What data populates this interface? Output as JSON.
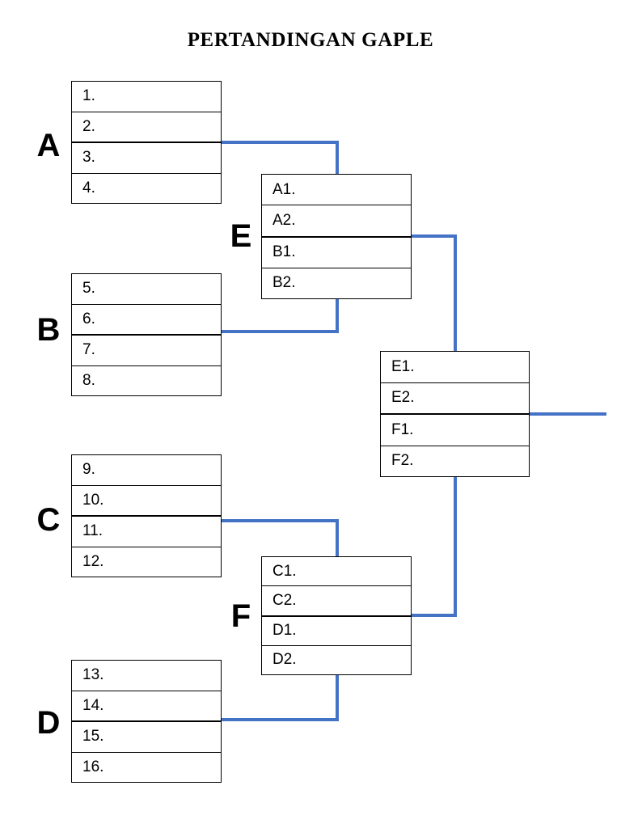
{
  "page": {
    "title": "PERTANDINGAN GAPLE"
  },
  "theme": {
    "connector_color": "#4472C4",
    "box_border_color": "#000000",
    "background": "#FFFFFF",
    "text_color": "#000000"
  },
  "bracket": {
    "round1": [
      {
        "group": "A",
        "slots": [
          "1.",
          "2.",
          "3.",
          "4."
        ]
      },
      {
        "group": "B",
        "slots": [
          "5.",
          "6.",
          "7.",
          "8."
        ]
      },
      {
        "group": "C",
        "slots": [
          "9.",
          "10.",
          "11.",
          "12."
        ]
      },
      {
        "group": "D",
        "slots": [
          "13.",
          "14.",
          "15.",
          "16."
        ]
      }
    ],
    "round2": [
      {
        "group": "E",
        "slots": [
          "A1.",
          "A2.",
          "B1.",
          "B2."
        ]
      },
      {
        "group": "F",
        "slots": [
          "C1.",
          "C2.",
          "D1.",
          "D2."
        ]
      }
    ],
    "final": {
      "slots": [
        "E1.",
        "E2.",
        "F1.",
        "F2."
      ]
    }
  }
}
